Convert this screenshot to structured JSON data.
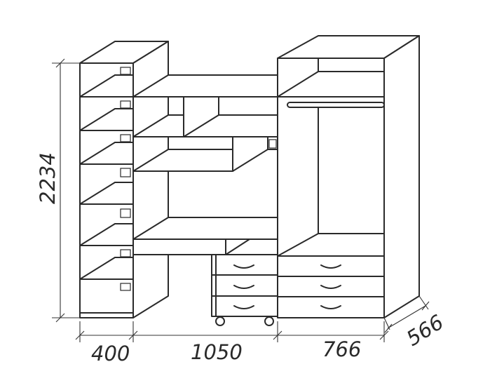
{
  "dimensions": {
    "height": "2234",
    "width_left": "400",
    "width_middle": "1050",
    "width_right": "766",
    "depth": "566"
  }
}
